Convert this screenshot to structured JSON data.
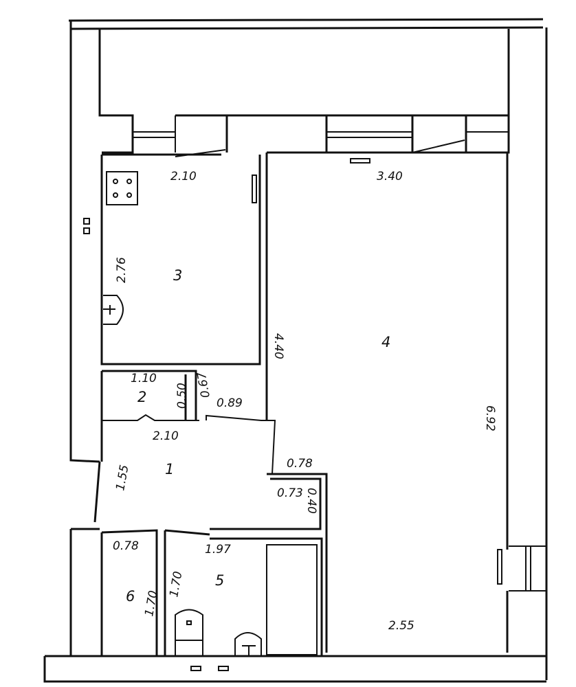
{
  "plan": {
    "rooms": [
      {
        "number": "1",
        "dims": [
          "2.10",
          "1.55"
        ]
      },
      {
        "number": "2",
        "dims": [
          "1.10",
          "0.50"
        ]
      },
      {
        "number": "3",
        "dims": [
          "2.10",
          "2.76"
        ]
      },
      {
        "number": "4",
        "dims": [
          "3.40",
          "4.40",
          "6.92",
          "2.55"
        ]
      },
      {
        "number": "5",
        "dims": [
          "1.97",
          "1.70"
        ]
      },
      {
        "number": "6",
        "dims": [
          "0.78",
          "1.70"
        ]
      }
    ],
    "extra_dims": {
      "d067": "0.67",
      "d089": "0.89",
      "d078": "0.78",
      "d073": "0.73",
      "d040": "0.40"
    }
  }
}
